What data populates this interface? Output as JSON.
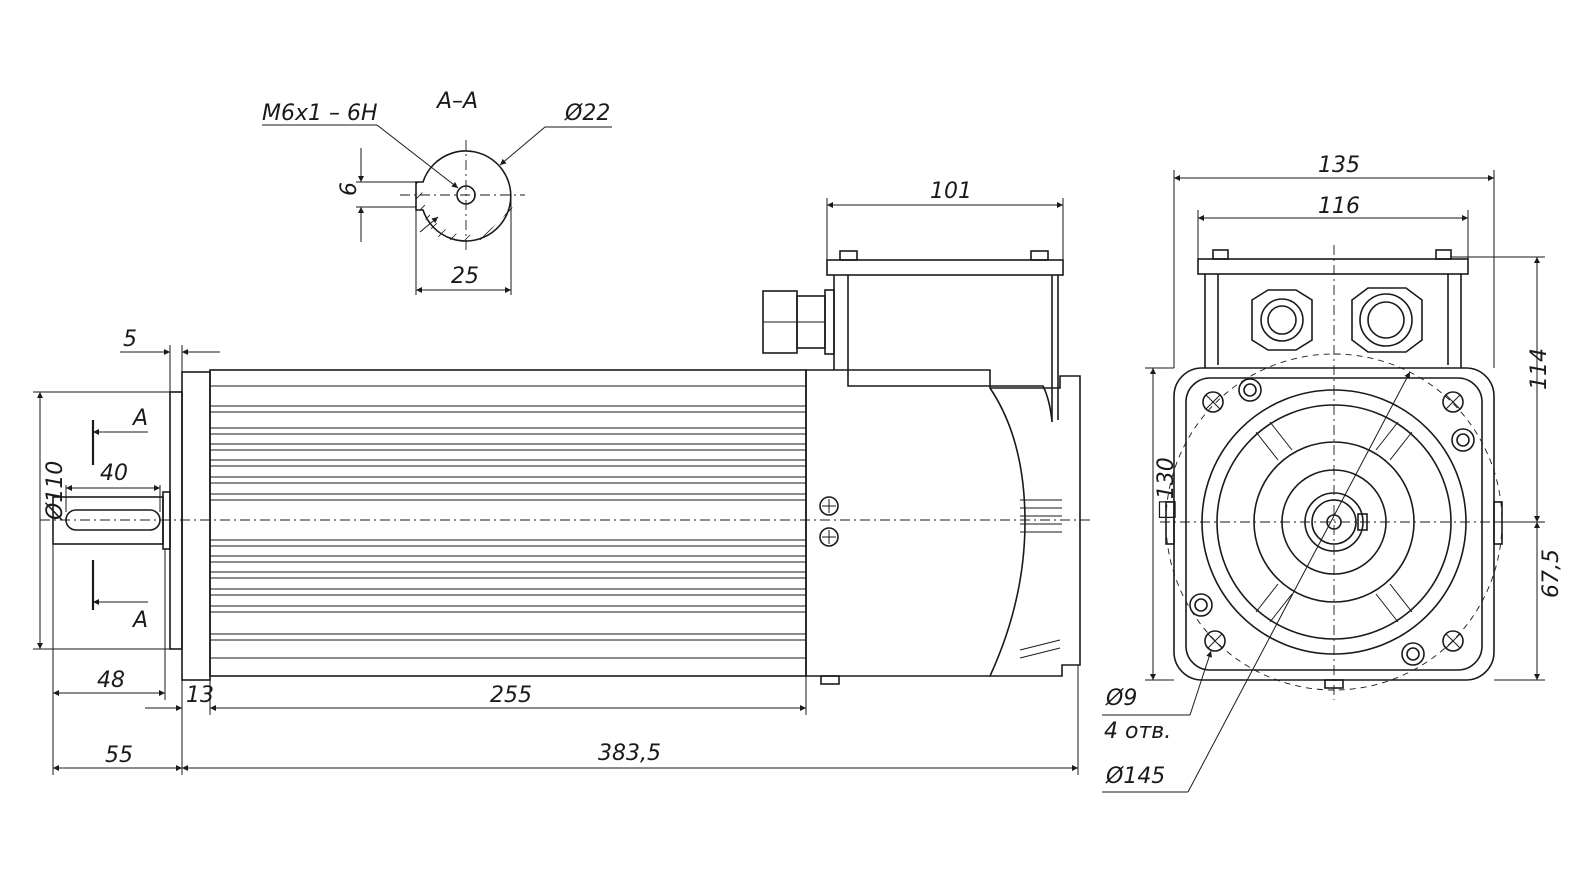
{
  "section": {
    "label": "A–A",
    "thread": "M6x1 – 6H",
    "diameter": "Ø22",
    "key_depth": "6",
    "key_width": "25"
  },
  "side_view": {
    "flange_step": "5",
    "section_mark_top": "A",
    "section_mark_bottom": "A",
    "shaft_key_length": "40",
    "flange_diameter": "Ø110",
    "terminal_box_width": "101",
    "shaft_key_offset": "48",
    "flange_thickness": "13",
    "body_length": "255",
    "shaft_length": "55",
    "overall_length": "383,5"
  },
  "end_view": {
    "overall_width": "135",
    "box_width": "116",
    "box_height": "114",
    "square": "□130",
    "center_height": "67,5",
    "hole_diameter": "Ø9",
    "hole_count": "4 отв.",
    "bolt_circle": "Ø145"
  }
}
